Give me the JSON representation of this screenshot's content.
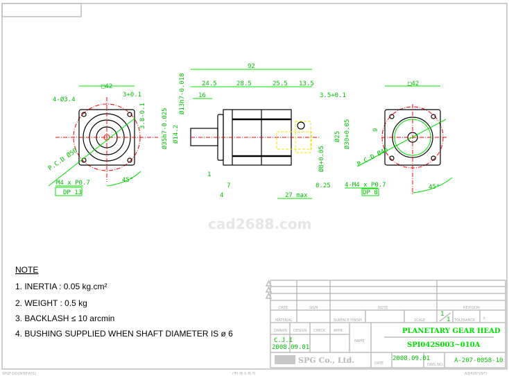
{
  "dimensions": {
    "front": {
      "square": "□42",
      "holes": "4-Ø3.4",
      "key_width": "3+0.1",
      "key_depth": "3.8-0.1",
      "pcd": "P.C.D Ø50",
      "tap": "M4 x P0.7",
      "tap_depth": "DP 13",
      "angle": "45°"
    },
    "side": {
      "total": "92",
      "d1": "24.5",
      "d2": "28.5",
      "d3": "25.5",
      "d4": "13.5",
      "d5": "16",
      "d6": "3.5+0.1",
      "shaft": "Ø13h7-0.018",
      "pilot": "Ø35h7-0.025",
      "d14": "Ø14.2",
      "d25": "Ø25",
      "d30": "Ø30+0.05",
      "d8": "Ø8+0.05",
      "one": "1",
      "seven": "7",
      "four": "4",
      "d825": "8.25",
      "max": "27 max"
    },
    "rear": {
      "square": "□42",
      "nine": "9",
      "pcd": "P.C.D Ø46",
      "tap": "4-M4 x P0.7",
      "tap_depth": "DP 8",
      "angle": "45°"
    }
  },
  "watermark": "cad2688.com",
  "notes": {
    "title": "NOTE",
    "items": [
      "1. INERTIA : 0.05 kg.cm²",
      "2. WEIGHT : 0.5 kg",
      "3. BACKLASH ≤ 10 arcmin",
      "4. BUSHING SUPPLIED WHEN SHAFT DIAMETER IS ø 6"
    ]
  },
  "title_block": {
    "labels": {
      "date": "DATE",
      "sign": "SIGN",
      "note": "NOTE",
      "revision": "REVISION",
      "material": "MATERIAL",
      "surface": "SURFACE FINISH",
      "scale": "SCALE",
      "tolerance": "TOLERANCE",
      "tol_value": "±",
      "drawn": "DRAWN",
      "design": "DESIGN",
      "check": "CHECK",
      "appr": "APPR.",
      "name": "NAME",
      "date2": "DATE",
      "dwg": "DWG NO."
    },
    "scale_num": "1",
    "scale_den": "1",
    "drawn_by": "C.J.I",
    "drawn_date": "2008.09.01",
    "product": "PLANETARY GEAR HEAD",
    "model": "SPI042S003~010A",
    "company": "SPG Co., Ltd.",
    "date": "2008.09.01",
    "dwg_no": "A-207-0058-10"
  },
  "footer": {
    "form": "SPGF-D018(REV.01)",
    "center": "(주) 에 스 피 지",
    "paper": "A3(420*297)"
  }
}
